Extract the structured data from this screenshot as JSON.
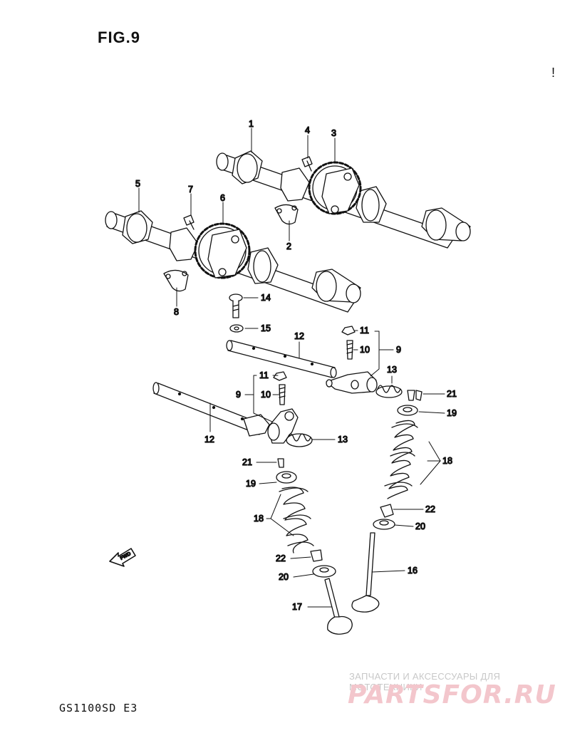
{
  "header": {
    "figure_title": "FIG.9"
  },
  "footer": {
    "model_code": "GS1100SD  E3"
  },
  "watermark": {
    "tagline": "ЗАПЧАСТИ И АКСЕССУАРЫ ДЛЯ МОТОТЕХНИКИ",
    "brand": "PARTSFOR.RU"
  },
  "corner_mark": "!",
  "fwd_label": "FWD",
  "callouts": [
    {
      "id": "c1",
      "label": "1"
    },
    {
      "id": "c2",
      "label": "2"
    },
    {
      "id": "c3",
      "label": "3"
    },
    {
      "id": "c4",
      "label": "4"
    },
    {
      "id": "c5",
      "label": "5"
    },
    {
      "id": "c6",
      "label": "6"
    },
    {
      "id": "c7",
      "label": "7"
    },
    {
      "id": "c8",
      "label": "8"
    },
    {
      "id": "c14",
      "label": "14"
    },
    {
      "id": "c15",
      "label": "15"
    },
    {
      "id": "c12a",
      "label": "12"
    },
    {
      "id": "c11a",
      "label": "11"
    },
    {
      "id": "c10a",
      "label": "10"
    },
    {
      "id": "c9a",
      "label": "9"
    },
    {
      "id": "c13a",
      "label": "13"
    },
    {
      "id": "c21a",
      "label": "21"
    },
    {
      "id": "c19a",
      "label": "19"
    },
    {
      "id": "c11b",
      "label": "11"
    },
    {
      "id": "c9b",
      "label": "9"
    },
    {
      "id": "c10b",
      "label": "10"
    },
    {
      "id": "c12b",
      "label": "12"
    },
    {
      "id": "c13b",
      "label": "13"
    },
    {
      "id": "c18a",
      "label": "18"
    },
    {
      "id": "c21b",
      "label": "21"
    },
    {
      "id": "c19b",
      "label": "19"
    },
    {
      "id": "c18b",
      "label": "18"
    },
    {
      "id": "c22a",
      "label": "22"
    },
    {
      "id": "c20a",
      "label": "20"
    },
    {
      "id": "c16",
      "label": "16"
    },
    {
      "id": "c22b",
      "label": "22"
    },
    {
      "id": "c20b",
      "label": "20"
    },
    {
      "id": "c17",
      "label": "17"
    }
  ]
}
